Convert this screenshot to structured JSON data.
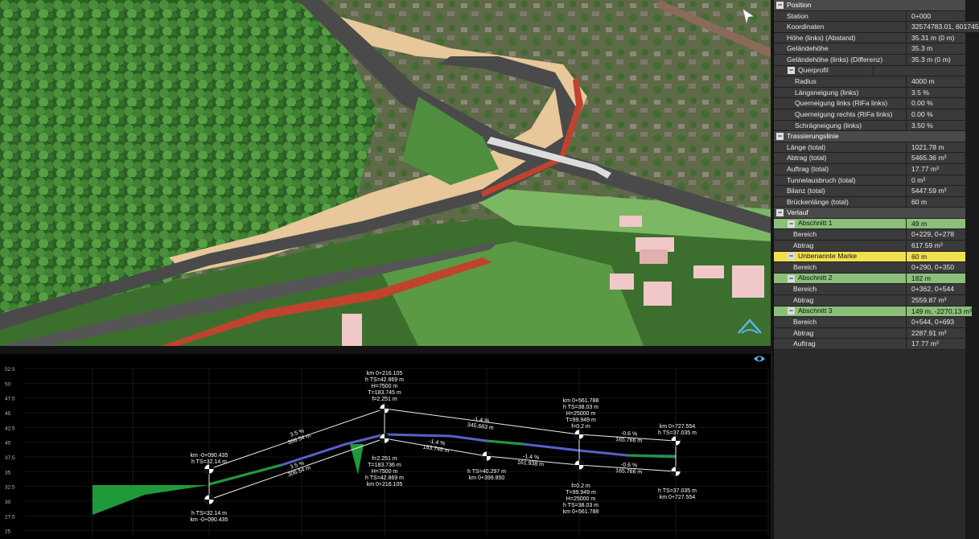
{
  "panel": {
    "rows": [
      {
        "type": "sec",
        "label": "Position"
      },
      {
        "type": "kv",
        "label": "Station",
        "value": "0+000"
      },
      {
        "type": "kv",
        "label": "Koordinaten",
        "value": "32574783.01, 601745"
      },
      {
        "type": "kv",
        "label": "Höhe (links) (Abstand)",
        "value": "35.31 m (0 m)"
      },
      {
        "type": "kv",
        "label": "Geländehöhe",
        "value": "35.3 m"
      },
      {
        "type": "kv",
        "label": "Geländehöhe (links) (Differenz)",
        "value": "35.3 m (0 m)"
      },
      {
        "type": "subsec",
        "label": "Querprofil"
      },
      {
        "type": "sub",
        "label": "Radius",
        "value": "4000 m"
      },
      {
        "type": "sub",
        "label": "Längsneigung (links)",
        "value": "3.5 %"
      },
      {
        "type": "sub",
        "label": "Querneigung links (RiFa links)",
        "value": "0.00 %"
      },
      {
        "type": "sub",
        "label": "Querneigung rechts (RiFa links)",
        "value": "0.00 %"
      },
      {
        "type": "sub",
        "label": "Schrägneigung (links)",
        "value": "3.50 %"
      },
      {
        "type": "sec",
        "label": "Trassierungslinie"
      },
      {
        "type": "kv",
        "label": "Länge (total)",
        "value": "1021.78 m"
      },
      {
        "type": "kv",
        "label": "Abtrag (total)",
        "value": "5465.36 m³"
      },
      {
        "type": "kv",
        "label": "Auftrag (total)",
        "value": "17.77 m³"
      },
      {
        "type": "kv",
        "label": "Tunnelausbruch (total)",
        "value": "0 m³"
      },
      {
        "type": "kv",
        "label": "Bilanz (total)",
        "value": "5447.59 m³"
      },
      {
        "type": "kv",
        "label": "Brückenlänge (total)",
        "value": "60 m"
      },
      {
        "type": "sec",
        "label": "Verlauf"
      },
      {
        "type": "green",
        "label": "Abschnitt 1",
        "value": "49 m"
      },
      {
        "type": "gsub",
        "label": "Bereich",
        "value": "0+229, 0+278"
      },
      {
        "type": "gsub",
        "label": "Abtrag",
        "value": "617.59 m³"
      },
      {
        "type": "yellow",
        "label": "Unbenannte Marke",
        "value": "60 m"
      },
      {
        "type": "gsub",
        "label": "Bereich",
        "value": "0+290, 0+350"
      },
      {
        "type": "green",
        "label": "Abschnitt 2",
        "value": "182 m"
      },
      {
        "type": "gsub",
        "label": "Bereich",
        "value": "0+362, 0+544"
      },
      {
        "type": "gsub",
        "label": "Abtrag",
        "value": "2559.87 m³"
      },
      {
        "type": "green",
        "label": "Abschnitt 3",
        "value": "149 m, -2270.13 m³"
      },
      {
        "type": "gsub",
        "label": "Bereich",
        "value": "0+544, 0+693"
      },
      {
        "type": "gsub",
        "label": "Abtrag",
        "value": "2287.91 m³"
      },
      {
        "type": "gsub",
        "label": "Auftrag",
        "value": "17.77 m³"
      }
    ]
  },
  "profile": {
    "y_ticks": [
      "52.5",
      "50",
      "47.5",
      "45",
      "42.5",
      "40",
      "37.5",
      "35",
      "32.5",
      "30",
      "27.5",
      "25"
    ],
    "labels": {
      "p1_top": [
        "km -0+090.435",
        "h TS=32.14 m"
      ],
      "p1_bot": [
        "h TS=32.14 m",
        "km -0+090.435"
      ],
      "p2_top": [
        "km 0+216.105",
        "h TS=42.869 m",
        "H=7500 m",
        "T=183.745 m",
        "f=2.251 m"
      ],
      "p2_bot": [
        "f=2.251 m",
        "T=183.736 m",
        "H=7500 m",
        "h TS=42.869 m",
        "km 0+216.105"
      ],
      "p3_bot": [
        "h TS=40.297 m",
        "km 0+399.850"
      ],
      "p4_top": [
        "km 0+561.788",
        "h TS=38.03 m",
        "H=25000 m",
        "T=99.949 m",
        "f=0.2 m"
      ],
      "p4_bot": [
        "f=0.2 m",
        "T=99.949 m",
        "H=25000 m",
        "h TS=38.03 m",
        "km 0+561.788"
      ],
      "p5_top": [
        "km 0+727.554",
        "h TS=37.035 m"
      ],
      "p5_bot": [
        "h TS=37.035 m",
        "km 0+727.554"
      ]
    },
    "slopes": {
      "s1_top": [
        "3.5 %",
        "306.54 m"
      ],
      "s1_bot": [
        "3.5 %",
        "306.54 m"
      ],
      "s2_top": [
        "-1.4 %",
        "345.683 m"
      ],
      "s2_mid": [
        "-1.4 %",
        "183.745 m"
      ],
      "s2_bot": [
        "-1.4 %",
        "161.938 m"
      ],
      "s3_top": [
        "-0.6 %",
        "165.766 m"
      ],
      "s3_bot": [
        "-0.6 %",
        "165.766 m"
      ]
    }
  },
  "colors": {
    "forest": "#2f6b2a",
    "road": "#4a4a4a",
    "embankment": "#e8c79a",
    "bikepath": "#c0432e",
    "grass": "#6fae5a",
    "profile_green": "#1f9a3a",
    "profile_blue": "#5a5fc8"
  }
}
